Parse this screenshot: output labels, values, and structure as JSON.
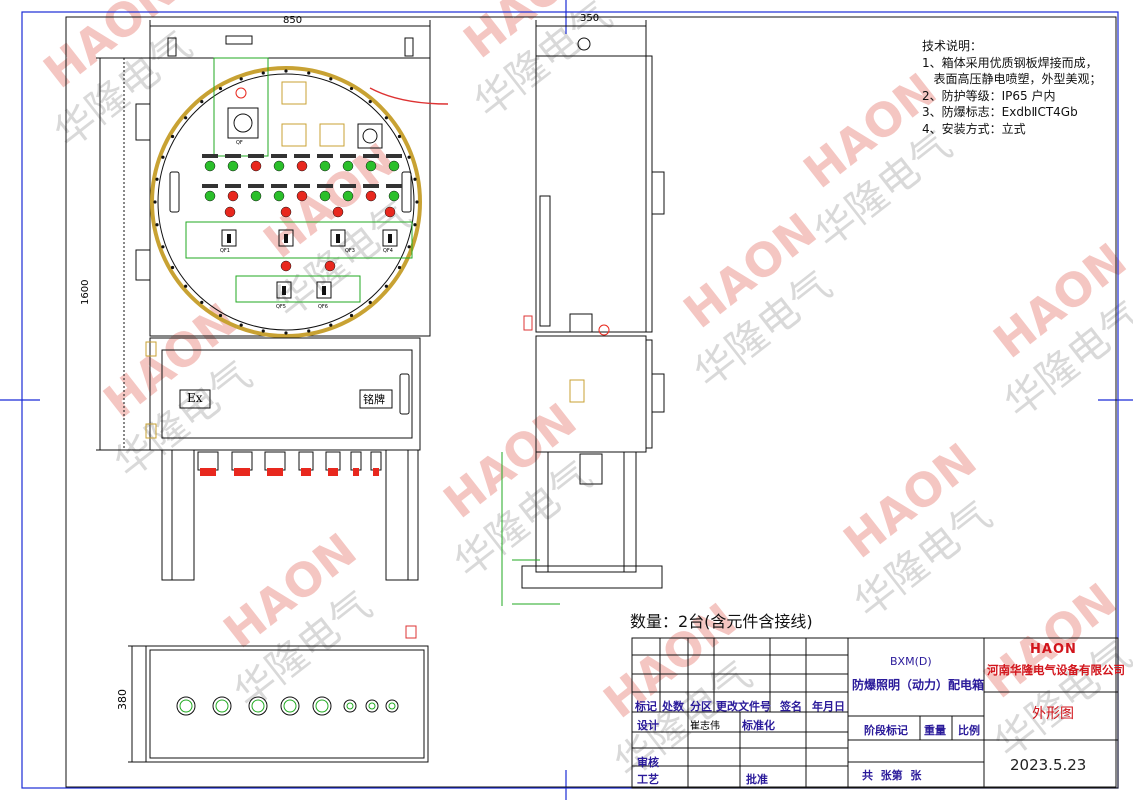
{
  "dimensions": {
    "front_width": "850",
    "side_width": "350",
    "height": "1600",
    "plan_depth": "380"
  },
  "front_labels": {
    "ex_plate": "Ex",
    "nameplate": "铭牌",
    "qf": "QF",
    "qf1": "QF1",
    "qf3": "QF3",
    "qf4": "QF4",
    "qf5": "QF5",
    "qf6": "QF6"
  },
  "tech_notes": {
    "title": "技术说明：",
    "lines": [
      "1、箱体采用优质钢板焊接而成，",
      "   表面高压静电喷塑，外型美观；",
      "2、防护等级：IP65 户内",
      "3、防爆标志：ExdbⅡCT4Gb",
      "4、安装方式：立式"
    ]
  },
  "quantity": "数量：2台(含元件含接线)",
  "title_block": {
    "model": "BXM(D)",
    "product_name": "防爆照明（动力）配电箱",
    "company_logo": "HAON",
    "company_name": "河南华隆电气设备有限公司",
    "drawing_title": "外形图",
    "date": "2023.5.23",
    "h_mark": "标记",
    "h_count": "处数",
    "h_zone": "分区",
    "h_doc": "更改文件号",
    "h_sign": "签名",
    "h_date": "年月日",
    "h_design": "设计",
    "designer": "崔志伟",
    "h_standard": "标准化",
    "h_stage": "阶段标记",
    "h_weight": "重量",
    "h_scale": "比例",
    "h_review": "审核",
    "h_process": "工艺",
    "h_approve": "批准",
    "h_sheets": "共  张第  张"
  },
  "watermark": {
    "brand": "HAON",
    "cn": "华隆电气"
  },
  "colors": {
    "line": "#111111",
    "frame_blue": "#1a2bd6",
    "gold_ring": "#c8a233",
    "green_dim": "#22aa22",
    "indicator_red": "#e8281e",
    "indicator_green": "#2bbf2b",
    "watermark_red": "#f4c6c2",
    "watermark_gray": "#d9d9d9",
    "tb_purple": "#2a1a9a",
    "company_red": "#d2151c"
  }
}
